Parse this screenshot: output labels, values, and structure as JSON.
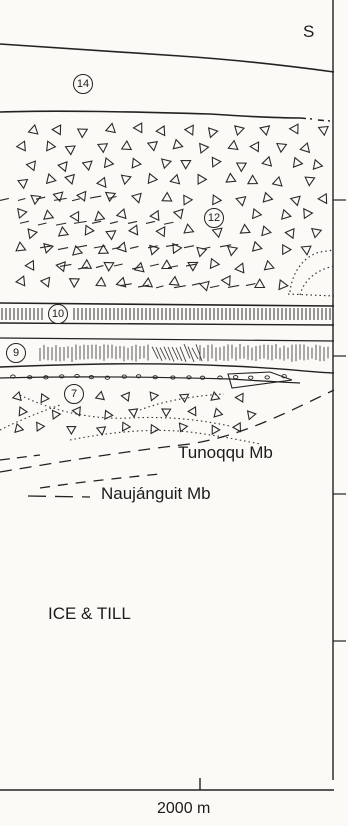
{
  "direction": "S",
  "units": {
    "u14": "14",
    "u12": "12",
    "u10": "10",
    "u9": "9",
    "u7": "7"
  },
  "members": {
    "tunoqqu": "Tunoqqu Mb",
    "naujanguit": "Naujánguit Mb"
  },
  "ice_till": "ICE & TILL",
  "scale": "2000 m",
  "line_color": "#1c1c1c",
  "paper_color": "#fbfaf6"
}
